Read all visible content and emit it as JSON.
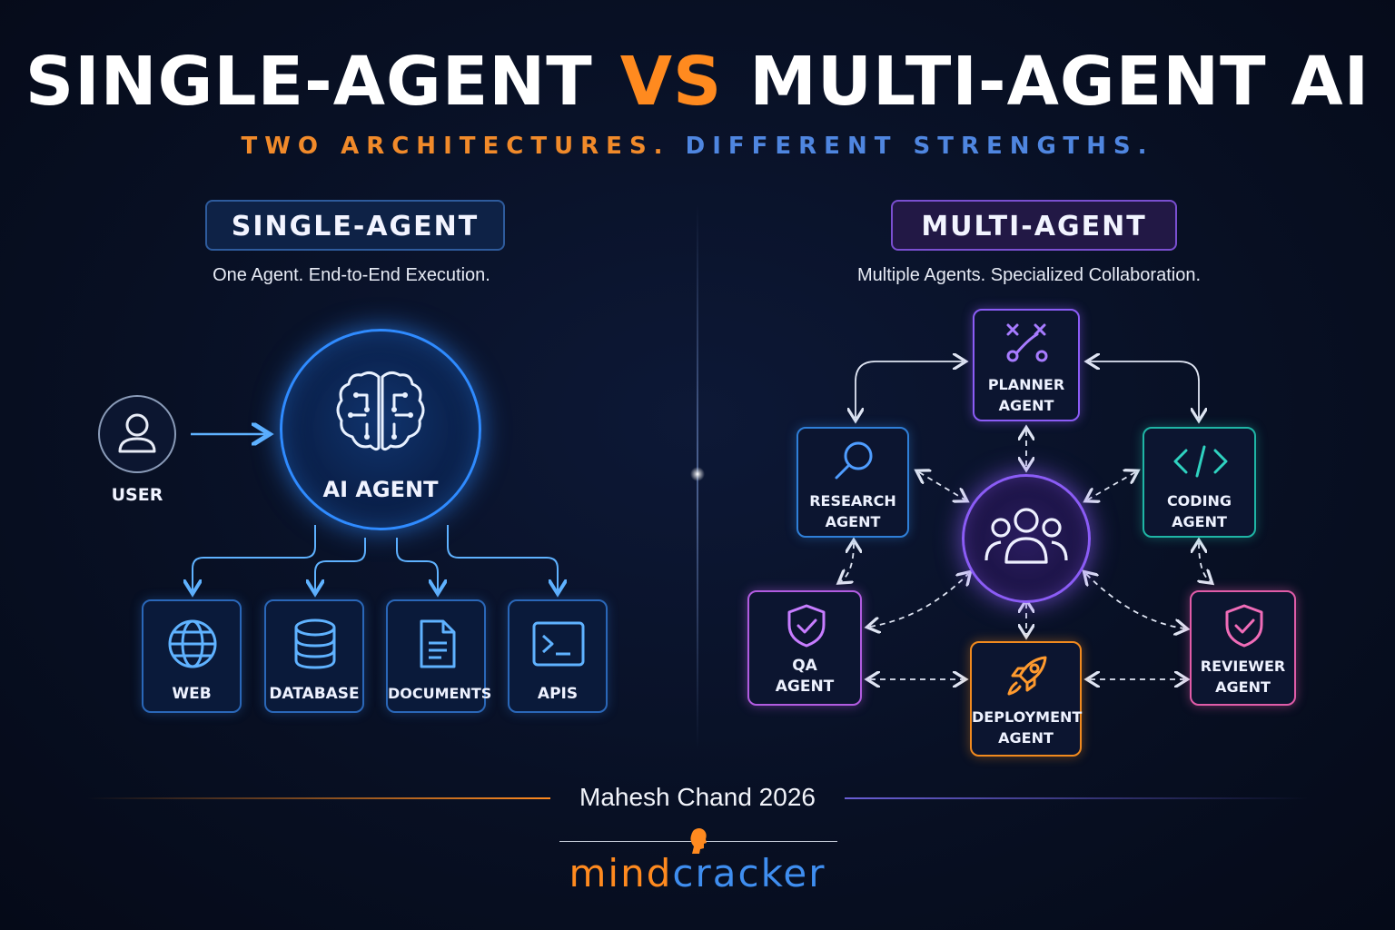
{
  "header": {
    "title_left": "SINGLE-AGENT",
    "title_vs": "VS",
    "title_right": "MULTI-AGENT AI",
    "subtitle_a": "TWO ARCHITECTURES.",
    "subtitle_b": "DIFFERENT STRENGTHS."
  },
  "single": {
    "heading": "SINGLE-AGENT",
    "tagline": "One Agent. End-to-End Execution.",
    "user_label": "USER",
    "agent_label": "AI AGENT",
    "tools": [
      {
        "label": "WEB",
        "icon": "globe-icon"
      },
      {
        "label": "DATABASE",
        "icon": "database-icon"
      },
      {
        "label": "DOCUMENTS",
        "icon": "document-icon"
      },
      {
        "label": "APIS",
        "icon": "terminal-icon"
      }
    ]
  },
  "multi": {
    "heading": "MULTI-AGENT",
    "tagline": "Multiple Agents. Specialized Collaboration.",
    "agents": {
      "planner": {
        "line1": "PLANNER",
        "line2": "AGENT",
        "icon": "strategy-icon",
        "color": "#8b5cf6"
      },
      "research": {
        "line1": "RESEARCH",
        "line2": "AGENT",
        "icon": "search-icon",
        "color": "#2f7fd8"
      },
      "coding": {
        "line1": "CODING",
        "line2": "AGENT",
        "icon": "code-icon",
        "color": "#1fb5a5"
      },
      "qa": {
        "line1": "QA",
        "line2": "AGENT",
        "icon": "shield-check-icon",
        "color": "#b15ce0"
      },
      "reviewer": {
        "line1": "REVIEWER",
        "line2": "AGENT",
        "icon": "shield-check-icon",
        "color": "#e05ca8"
      },
      "deployment": {
        "line1": "DEPLOYMENT",
        "line2": "AGENT",
        "icon": "rocket-icon",
        "color": "#f28a1e"
      }
    },
    "hub_icon": "team-icon"
  },
  "footer": {
    "author": "Mahesh Chand 2026",
    "brand_a": "mind",
    "brand_b": "cracker"
  },
  "colors": {
    "accent_orange": "#ff8a1f",
    "accent_blue": "#4f86e0",
    "single_blue": "#2f8bff",
    "multi_purple": "#8b5cf6"
  }
}
